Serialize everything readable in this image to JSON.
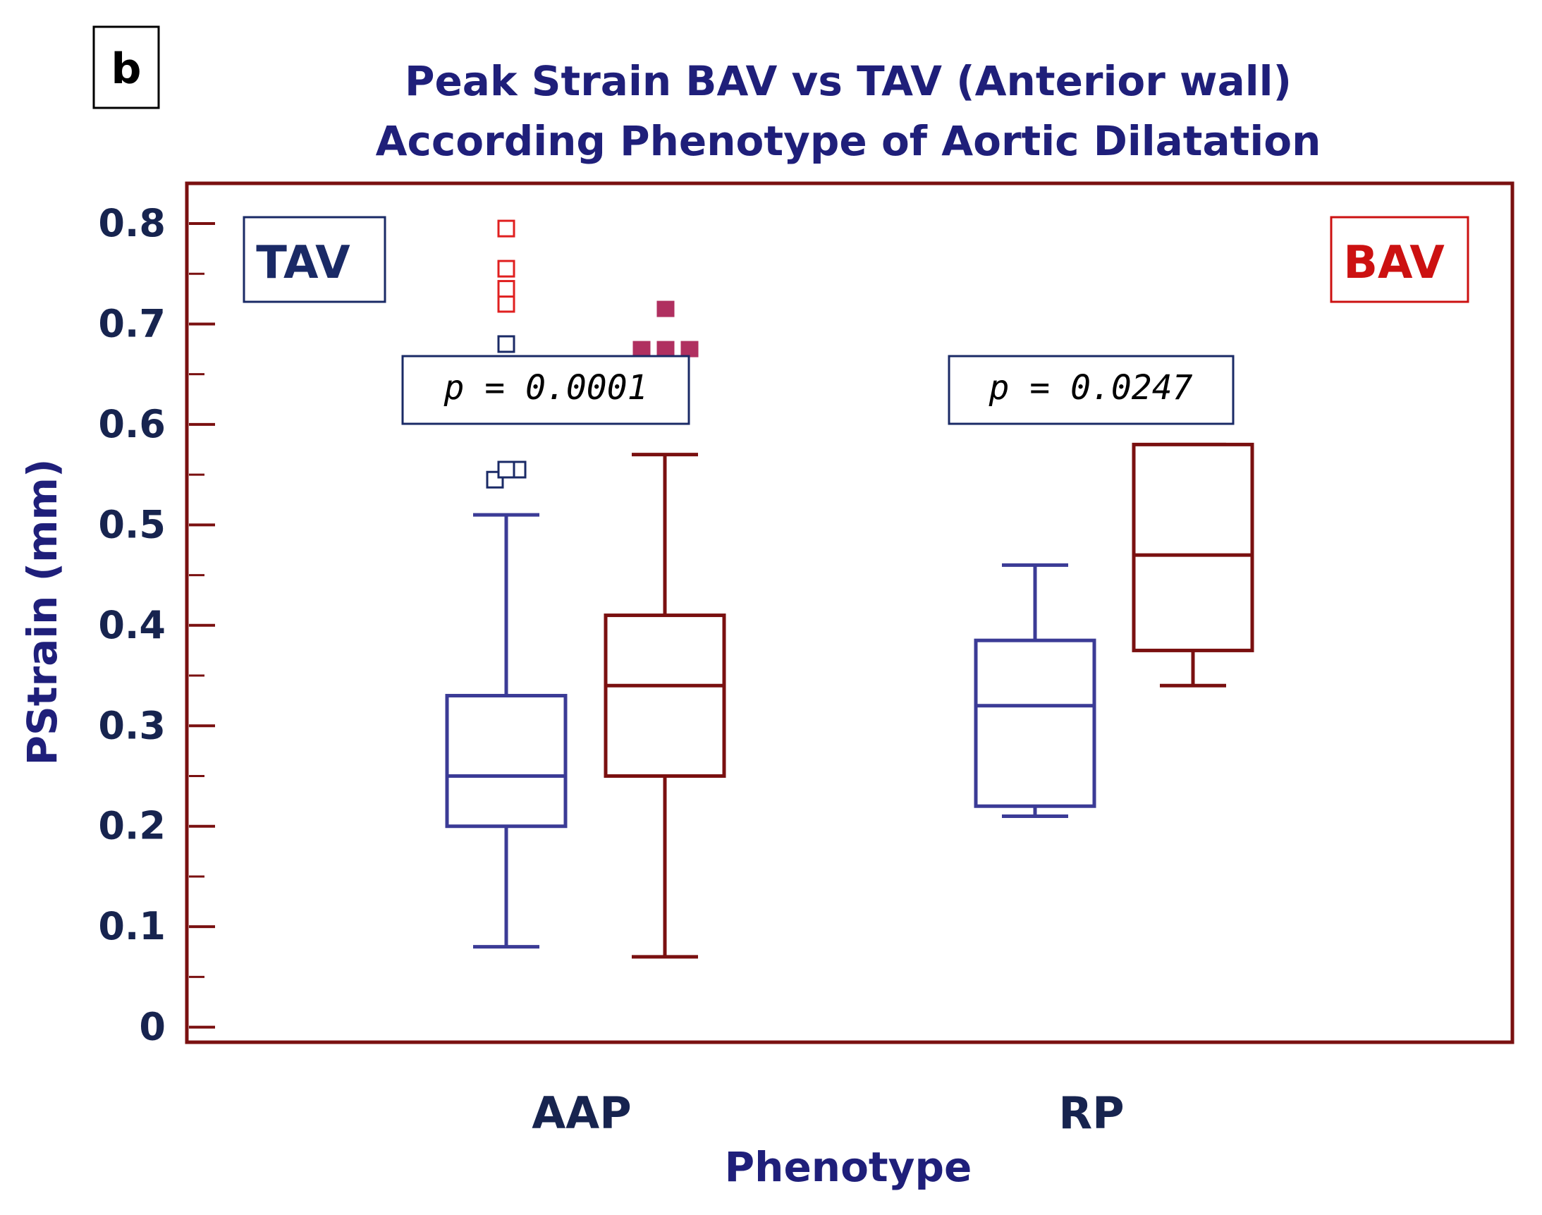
{
  "panel_label": "b",
  "chart_data": {
    "type": "box",
    "title": [
      "Peak Strain BAV vs TAV (Anterior wall)",
      "According Phenotype of Aortic Dilatation"
    ],
    "xlabel": "Phenotype",
    "ylabel": "PStrain (mm)",
    "ylim": [
      -0.015,
      0.84
    ],
    "yticks": [
      "0",
      "0.1",
      "0.2",
      "0.3",
      "0.4",
      "0.5",
      "0.6",
      "0.7",
      "0.8"
    ],
    "categories": [
      "AAP",
      "RP"
    ],
    "legend": {
      "tav": {
        "label": "TAV",
        "color": "#1a2a66"
      },
      "bav": {
        "label": "BAV",
        "color": "#cc1111"
      }
    },
    "series": [
      {
        "key": "TAV",
        "color": "#3b3b96",
        "boxes": [
          {
            "category": "AAP",
            "min": 0.08,
            "q1": 0.2,
            "median": 0.25,
            "q3": 0.33,
            "max": 0.51,
            "outliers_near": [
              0.545,
              0.555,
              0.555
            ],
            "outliers_far": [
              0.68,
              0.72,
              0.735,
              0.755,
              0.795
            ]
          },
          {
            "category": "RP",
            "min": 0.21,
            "q1": 0.22,
            "median": 0.32,
            "q3": 0.385,
            "max": 0.46,
            "outliers_near": [],
            "outliers_far": []
          }
        ]
      },
      {
        "key": "BAV",
        "color": "#7a1010",
        "boxes": [
          {
            "category": "AAP",
            "min": 0.07,
            "q1": 0.25,
            "median": 0.34,
            "q3": 0.41,
            "max": 0.57,
            "outliers_near": [],
            "outliers_far": [
              0.675,
              0.675,
              0.675,
              0.715
            ]
          },
          {
            "category": "RP",
            "min": 0.34,
            "q1": 0.375,
            "median": 0.47,
            "q3": 0.58,
            "max": 0.58,
            "outliers_near": [],
            "outliers_far": []
          }
        ]
      }
    ],
    "p_values": [
      {
        "category": "AAP",
        "text": "p = 0.0001"
      },
      {
        "category": "RP",
        "text": "p = 0.0247"
      }
    ],
    "colors": {
      "frame": "#7a1010",
      "tav_far_outlier": "#e02020",
      "bav_far_outlier": "#b03060"
    }
  }
}
